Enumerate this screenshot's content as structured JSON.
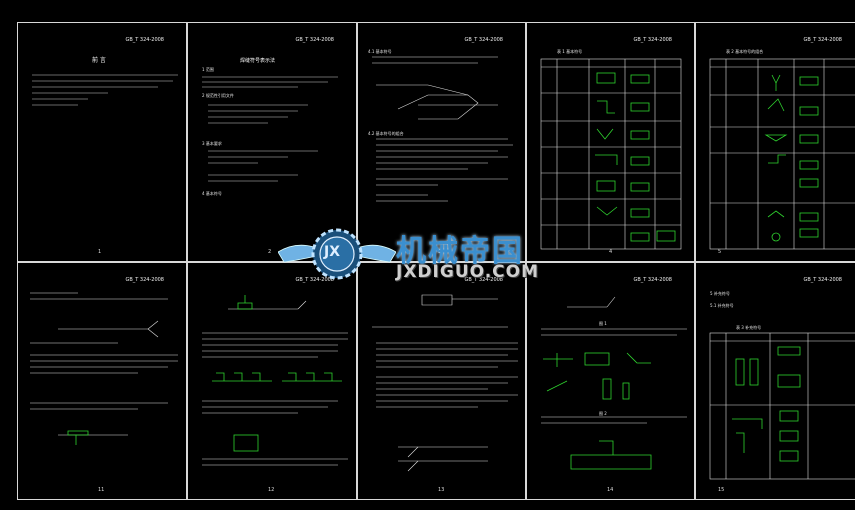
{
  "sheets": [
    {
      "header": "GB_T 324-2008",
      "page": "1"
    },
    {
      "header": "GB_T 324-2008",
      "page": "2"
    },
    {
      "header": "GB_T 324-2008",
      "page": "3"
    },
    {
      "header": "GB_T 324-2008",
      "page": "4"
    },
    {
      "header": "GB_T 324-2008",
      "page": "5"
    },
    {
      "header": "GB_T 324-2008",
      "page": "11"
    },
    {
      "header": "GB_T 324-2008",
      "page": "12"
    },
    {
      "header": "GB_T 324-2008",
      "page": "13"
    },
    {
      "header": "GB_T 324-2008",
      "page": "14"
    },
    {
      "header": "GB_T 324-2008",
      "page": "15"
    }
  ],
  "sheet1": {
    "title": "前 言"
  },
  "sheet2": {
    "title": "焊缝符号表示法",
    "s1": "1 范围",
    "s2": "2 规范性引用文件",
    "s3": "3 基本要求",
    "s4": "4 基本符号"
  },
  "sheet3": {
    "s1": "4.1 基本符号",
    "s2": "4.2 基本符号的组合"
  },
  "sheet4": {
    "title": "表 1 基本符号"
  },
  "sheet5": {
    "title": "表 2 基本符号的组合"
  },
  "sheet9": {
    "caption1": "图 1",
    "caption2": "图 2"
  },
  "sheet10": {
    "s1": "5 补充符号",
    "s2": "5.1 补充符号",
    "table_title": "表 3 补充符号"
  },
  "watermark": {
    "logo_text": "JX",
    "cn_name": "机械帝国",
    "url": "JXDIGUO.COM"
  },
  "colors": {
    "sheet_border": "#d8d8d8",
    "drawing_green": "#2fd42f",
    "brand_blue": "#3b8fcf"
  }
}
